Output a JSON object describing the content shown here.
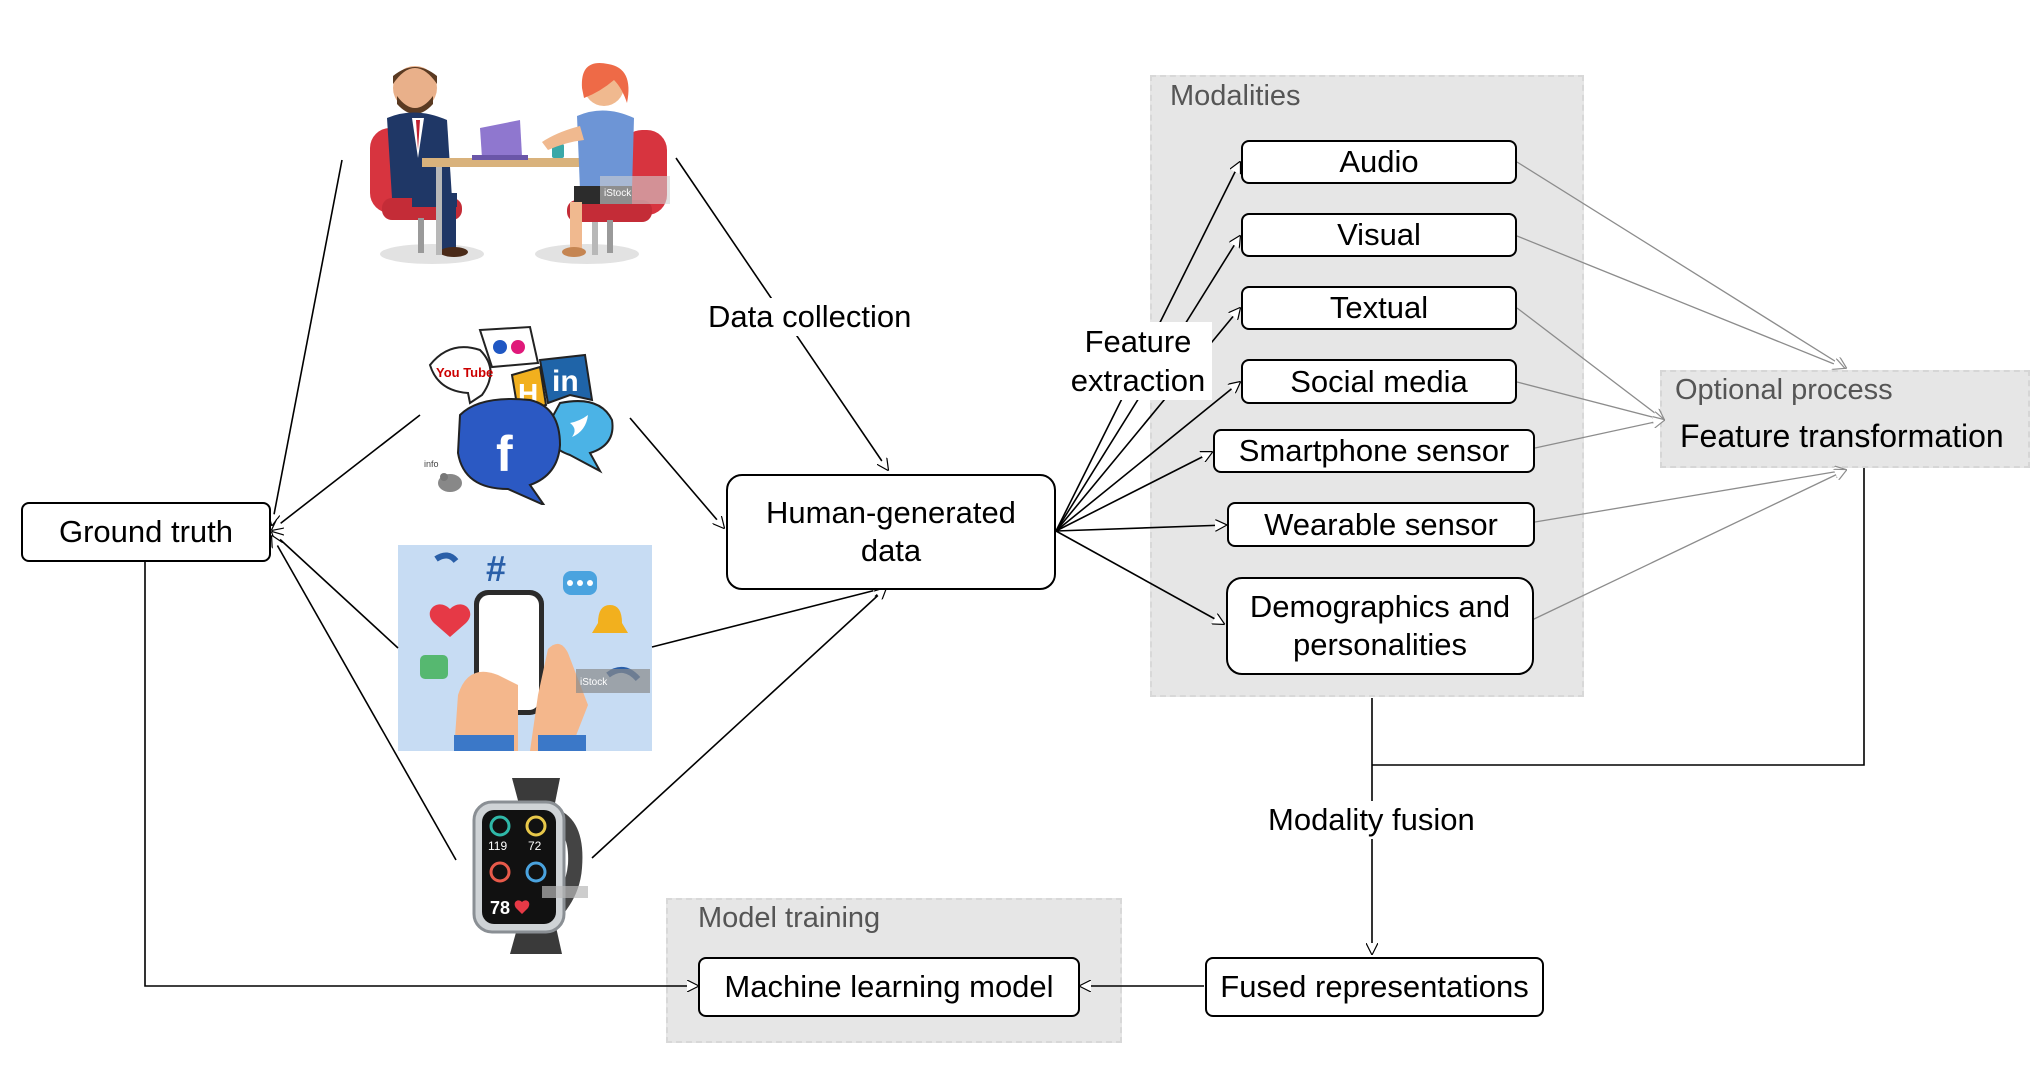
{
  "groups": {
    "modalities": {
      "title": "Modalities"
    },
    "optional": {
      "title": "Optional process",
      "content": "Feature transformation"
    },
    "model_training": {
      "title": "Model training"
    }
  },
  "nodes": {
    "ground_truth": "Ground truth",
    "human_data": "Human-generated data",
    "audio": "Audio",
    "visual": "Visual",
    "textual": "Textual",
    "social_media": "Social media",
    "smartphone_sensor": "Smartphone sensor",
    "wearable_sensor": "Wearable sensor",
    "demographics": "Demographics and personalities",
    "fused": "Fused representations",
    "ml_model": "Machine learning model"
  },
  "edge_labels": {
    "data_collection": "Data collection",
    "feature_extraction": "Feature extraction",
    "modality_fusion": "Modality fusion"
  },
  "illustrations": {
    "interview": {
      "watermark": "iStock"
    },
    "social_apps": {
      "logos": [
        "You Tube",
        "in",
        "f",
        "H",
        "info"
      ]
    },
    "smartphone": {
      "watermark": "iStock"
    },
    "watch": {
      "readouts": [
        "119",
        "72",
        "78"
      ]
    }
  },
  "colors": {
    "group_fill": "#e6e6e6",
    "group_title": "#555555",
    "arrow_gray": "#8c8c8c"
  }
}
